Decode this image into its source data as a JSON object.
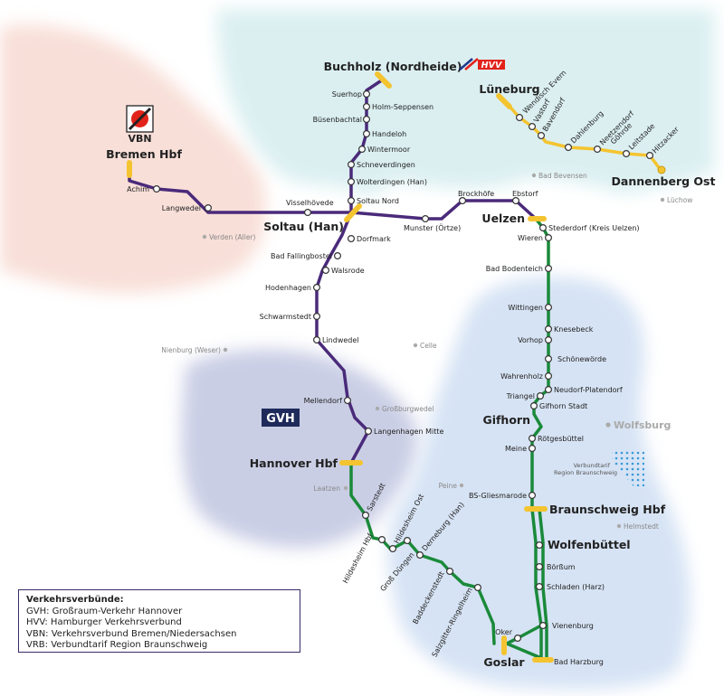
{
  "colors": {
    "s_line": "#4a2a7a",
    "regional_line": "#1a8a3a",
    "hvv_line": "#f4c430",
    "area_gvh": "#c8cce4",
    "area_vbn": "#f8dcd4",
    "area_hvv": "#d8eef0",
    "area_vrb": "#d4e2f4"
  },
  "icons": {
    "vbn": "vbn-logo-icon",
    "gvh": "gvh-logo-icon",
    "hvv": "hvv-logo-icon",
    "vrb": "vrb-dots-icon"
  },
  "logos": {
    "vbn": "VBN",
    "gvh": "GVH",
    "hvv": "HVV",
    "vrb_line1": "Verbundtarif",
    "vrb_line2": "Region Braunschweig"
  },
  "hubs": {
    "buchholz": "Buchholz (Nordheide)",
    "bremen": "Bremen Hbf",
    "soltau": "Soltau (Han)",
    "uelzen": "Uelzen",
    "lueneburg": "Lüneburg",
    "dannenberg": "Dannenberg Ost",
    "hannover": "Hannover Hbf",
    "gifhorn": "Gifhorn",
    "braunschweig": "Braunschweig Hbf",
    "wolfenbuettel": "Wolfenbüttel",
    "goslar": "Goslar"
  },
  "stations": {
    "suerhop": "Suerhop",
    "holm": "Holm-Seppensen",
    "buesenbachtal": "Büsenbachtal",
    "handeloh": "Handeloh",
    "wintermoor": "Wintermoor",
    "schneverdingen": "Schneverdingen",
    "wolterdingen": "Wolterdingen (Han)",
    "soltau_nord": "Soltau Nord",
    "visselhoevede": "Visselhövede",
    "achim": "Achim",
    "langwedel": "Langwedel",
    "dorfmark": "Dorfmark",
    "fallingbostel": "Bad Fallingbostel",
    "walsrode": "Walsrode",
    "hodenhagen": "Hodenhagen",
    "schwarmstedt": "Schwarmstedt",
    "lindwedel": "Lindwedel",
    "mellendorf": "Mellendorf",
    "langenhagen": "Langenhagen Mitte",
    "munster": "Munster (Örtze)",
    "brockhoefe": "Brockhöfe",
    "ebstorf": "Ebstorf",
    "stederdorf": "Stederdorf (Kreis Uelzen)",
    "wieren": "Wieren",
    "bodenteich": "Bad Bodenteich",
    "wittingen": "Wittingen",
    "knesebeck": "Knesebeck",
    "vorhop": "Vorhop",
    "schoenewoerde": "Schönewörde",
    "wahrenholz": "Wahrenholz",
    "neudorf": "Neudorf-Platendorf",
    "triangel": "Triangel",
    "gifhorn_stadt": "Gifhorn Stadt",
    "roetgesbuettel": "Rötgesbüttel",
    "meine": "Meine",
    "gliesmarode": "BS-Gliesmarode",
    "boerssum": "Börßum",
    "schladen": "Schladen (Harz)",
    "vienenburg": "Vienenburg",
    "oker": "Oker",
    "bad_harzburg": "Bad Harzburg",
    "sarstedt": "Sarstedt",
    "hildesheim_hbf": "Hildesheim Hbf",
    "hildesheim_ost": "Hildesheim Ost",
    "gross_duengen": "Groß Düngen",
    "derneburg": "Derneburg (Han)",
    "baddeckenstedt": "Baddeckenstedt",
    "ringelheim": "Salzgitter-Ringelheim",
    "wendisch_evern": "Wendisch Evern",
    "vastorf": "Vastorf",
    "bavendorf": "Bavendorf",
    "dahlenburg": "Dahlenburg",
    "neetzendorf": "Neetzendorf",
    "goehrde": "Göhrde",
    "leitstade": "Leitstade",
    "hitzacker": "Hitzacker"
  },
  "towns": {
    "bad_bevensen": "Bad Bevensen",
    "luechow": "Lüchow",
    "verden": "Verden (Aller)",
    "nienburg": "Nienburg (Weser)",
    "celle": "Celle",
    "grossburgwedel": "Großburgwedel",
    "wolfsburg": "Wolfsburg",
    "laatzen": "Laatzen",
    "peine": "Peine",
    "helmstedt": "Helmstedt"
  },
  "legend": {
    "title": "Verkehrsverbünde:",
    "gvh": "GVH: Großraum-Verkehr Hannover",
    "hvv": "HVV: Hamburger Verkehrsverbund",
    "vbn": "VBN: Verkehrsverbund Bremen/Niedersachsen",
    "vrb": "VRB: Verbundtarif Region Braunschweig"
  }
}
